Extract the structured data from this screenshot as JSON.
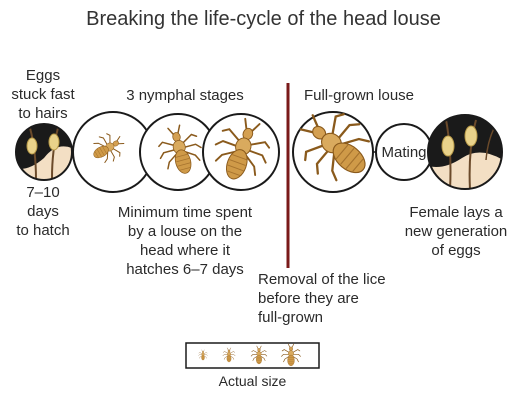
{
  "title": "Breaking the life-cycle of the head louse",
  "labels": {
    "eggs": [
      "Eggs",
      "stuck fast",
      "to hairs"
    ],
    "hatch": [
      "7–10",
      "days",
      "to hatch"
    ],
    "nymphal": "3 nymphal stages",
    "min_time": [
      "Minimum time spent",
      "by a louse on the",
      "head where it",
      "hatches 6–7 days"
    ],
    "full_grown": "Full-grown louse",
    "removal": [
      "Removal of the lice",
      "before they are",
      "full-grown"
    ],
    "mating": "Mating",
    "female": [
      "Female lays a",
      "new generation",
      "of eggs"
    ],
    "actual_size": "Actual size"
  },
  "colors": {
    "louse_body": "#d4a052",
    "louse_dark": "#8a5a1c",
    "skin": "#f3dfc4",
    "scalp_dark": "#1a1a1a",
    "hair": "#6b4a2a",
    "egg": "#e9d28a",
    "divider": "#7a1a1a",
    "circle_stroke": "#1a1a1a"
  }
}
